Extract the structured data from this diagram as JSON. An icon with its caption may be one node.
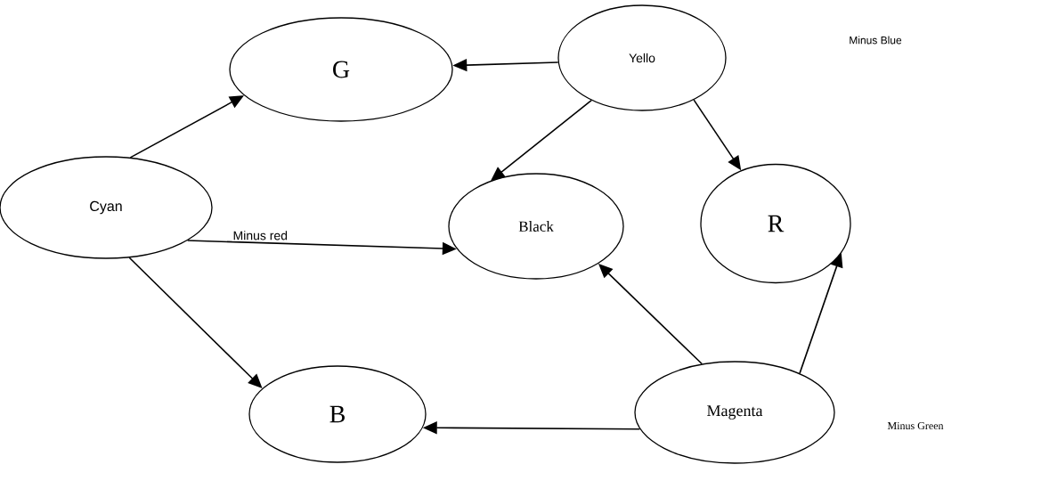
{
  "diagram": {
    "nodes": [
      {
        "text": [
          "G"
        ]
      },
      {
        "text": [
          "Yello"
        ]
      },
      {
        "text": [
          "Cyan"
        ]
      },
      {
        "text": [
          "Black"
        ]
      },
      {
        "text": [
          "R"
        ]
      },
      {
        "text": [
          "B"
        ]
      },
      {
        "text": [
          "Magenta"
        ]
      }
    ],
    "edges": [
      {
        "from": 1,
        "to": 0,
        "arrow": "to"
      },
      {
        "from": 1,
        "to": 3,
        "arrow": "to"
      },
      {
        "from": 1,
        "to": 4,
        "arrow": "to"
      },
      {
        "from": 2,
        "to": 0,
        "arrow": "to"
      },
      {
        "from": 2,
        "to": 3,
        "arrow": "to",
        "label": "Minus red"
      },
      {
        "from": 2,
        "to": 5,
        "arrow": "to"
      },
      {
        "from": 6,
        "to": 5,
        "arrow": "to"
      },
      {
        "from": 6,
        "to": 3,
        "arrow": "to"
      },
      {
        "from": 6,
        "to": 4,
        "arrow": "to"
      }
    ],
    "labels": [
      "Minus Blue",
      "Minus Green"
    ]
  }
}
